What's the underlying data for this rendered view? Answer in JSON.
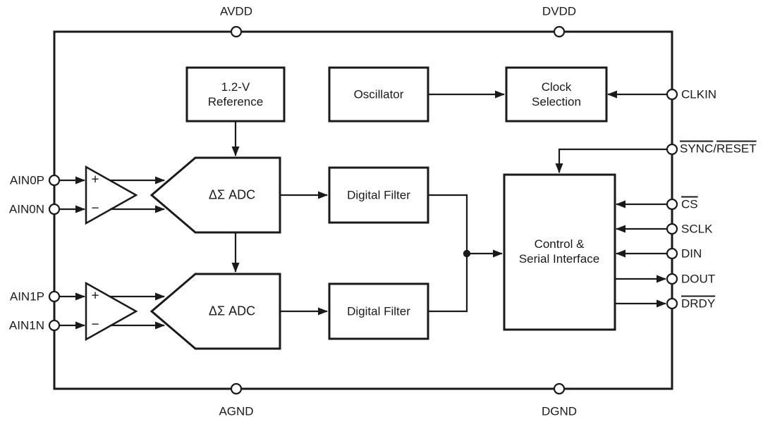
{
  "colors": {
    "line": "#1a1a1a",
    "background": "#ffffff"
  },
  "pins": {
    "top": [
      {
        "label": "AVDD"
      },
      {
        "label": "DVDD"
      }
    ],
    "bottom": [
      {
        "label": "AGND"
      },
      {
        "label": "DGND"
      }
    ],
    "left": [
      {
        "label": "AIN0P"
      },
      {
        "label": "AIN0N"
      },
      {
        "label": "AIN1P"
      },
      {
        "label": "AIN1N"
      }
    ],
    "right": {
      "clkin": {
        "label": "CLKIN"
      },
      "sync_reset": {
        "seg1": "SYNC",
        "sep": "/",
        "seg2": "RESET"
      },
      "cs": {
        "label": "CS"
      },
      "sclk": {
        "label": "SCLK"
      },
      "din": {
        "label": "DIN"
      },
      "dout": {
        "label": "DOUT"
      },
      "drdy": {
        "label": "DRDY"
      }
    }
  },
  "blocks": {
    "reference": {
      "label": "1.2-V\nReference"
    },
    "oscillator": {
      "label": "Oscillator"
    },
    "clock_selection": {
      "label": "Clock\nSelection"
    },
    "adc1": {
      "label": "ΔΣ ADC"
    },
    "adc2": {
      "label": "ΔΣ ADC"
    },
    "digital_filter1": {
      "label": "Digital Filter"
    },
    "digital_filter2": {
      "label": "Digital Filter"
    },
    "control_serial": {
      "label": "Control &\nSerial Interface"
    }
  },
  "amplifiers": {
    "pga1": {
      "plus": "+",
      "minus": "−"
    },
    "pga2": {
      "plus": "+",
      "minus": "−"
    }
  }
}
